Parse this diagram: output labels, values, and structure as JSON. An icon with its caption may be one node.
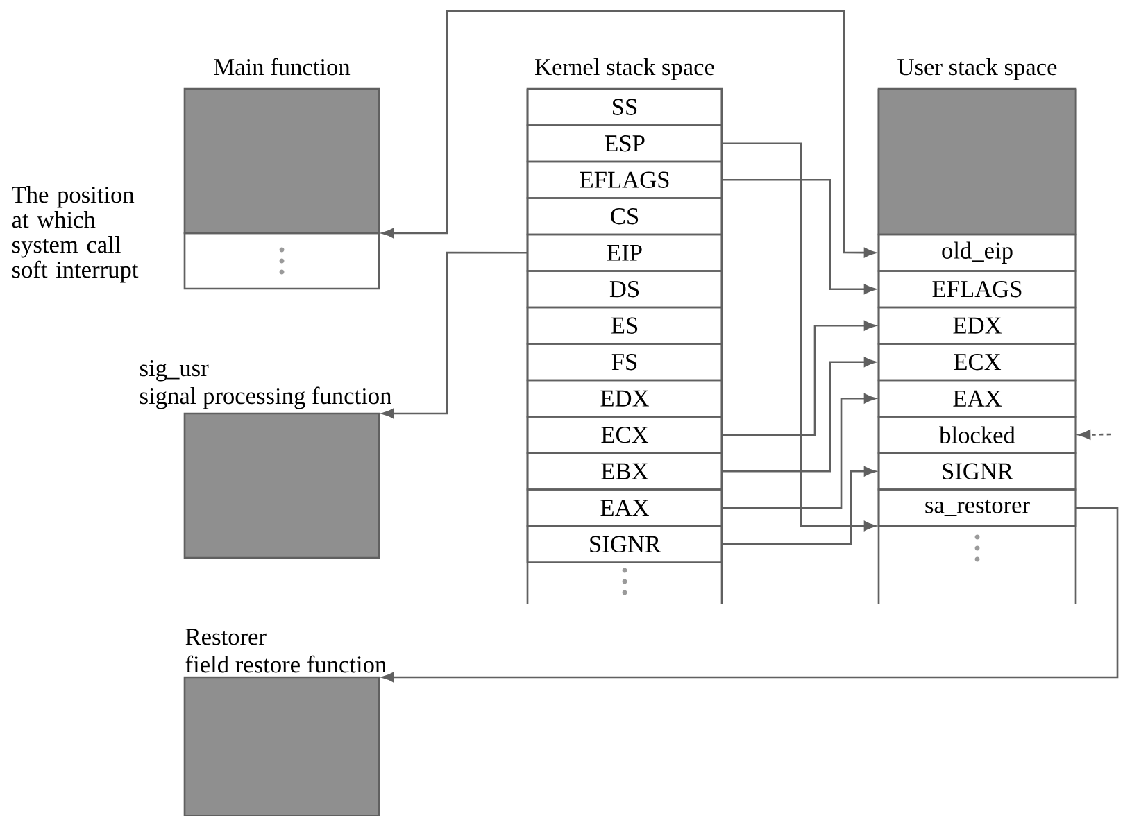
{
  "diagram": {
    "nodes": [
      {
        "text": [
          "Main function"
        ],
        "beside": [
          "The position at which system call soft interrupt"
        ]
      },
      {
        "text": [],
        "shape": "box"
      },
      {
        "text": [
          "Kernel stack space"
        ]
      },
      {
        "text": [
          "SS"
        ],
        "in": 2
      },
      {
        "text": [
          "ESP"
        ],
        "in": 2
      },
      {
        "text": [
          "EFLAGS"
        ],
        "in": 2
      },
      {
        "text": [
          "CS"
        ],
        "in": 2
      },
      {
        "text": [
          "EIP"
        ],
        "in": 2
      },
      {
        "text": [
          "DS"
        ],
        "in": 2
      },
      {
        "text": [
          "ES"
        ],
        "in": 2
      },
      {
        "text": [
          "FS"
        ],
        "in": 2
      },
      {
        "text": [
          "EDX"
        ],
        "in": 2
      },
      {
        "text": [
          "ECX"
        ],
        "in": 2
      },
      {
        "text": [
          "EBX"
        ],
        "in": 2
      },
      {
        "text": [
          "EAX"
        ],
        "in": 2
      },
      {
        "text": [
          "SIGNR"
        ],
        "in": 2
      },
      {
        "text": [
          "User stack space"
        ]
      },
      {
        "text": [],
        "shape": "box",
        "in": 16
      },
      {
        "text": [
          "old_eip"
        ],
        "in": 16
      },
      {
        "text": [
          "EFLAGS"
        ],
        "in": 16
      },
      {
        "text": [
          "EDX"
        ],
        "in": 16
      },
      {
        "text": [
          "ECX"
        ],
        "in": 16
      },
      {
        "text": [
          "EAX"
        ],
        "in": 16
      },
      {
        "text": [
          "blocked"
        ],
        "in": 16
      },
      {
        "text": [
          "SIGNR"
        ],
        "in": 16
      },
      {
        "text": [
          "sa_restorer"
        ],
        "in": 16
      },
      {
        "text": [
          "sig_usr",
          "signal processing function"
        ]
      },
      {
        "text": [
          "Restorer",
          "field restore function"
        ]
      }
    ],
    "edges": [
      {
        "from": 18,
        "to": 0,
        "arrow": "both"
      },
      {
        "from": 7,
        "to": 26,
        "arrow": "to"
      },
      {
        "from": 4,
        "to": 25,
        "arrow": "to"
      },
      {
        "from": 5,
        "to": 19,
        "arrow": "to"
      },
      {
        "from": 12,
        "to": 20,
        "arrow": "to"
      },
      {
        "from": 13,
        "to": 21,
        "arrow": "to"
      },
      {
        "from": 14,
        "to": 22,
        "arrow": "to"
      },
      {
        "from": 15,
        "to": 24,
        "arrow": "to"
      },
      {
        "from": null,
        "to": 23,
        "arrow": "to",
        "style": "dashed"
      },
      {
        "from": 25,
        "to": 27,
        "arrow": "to"
      }
    ]
  }
}
